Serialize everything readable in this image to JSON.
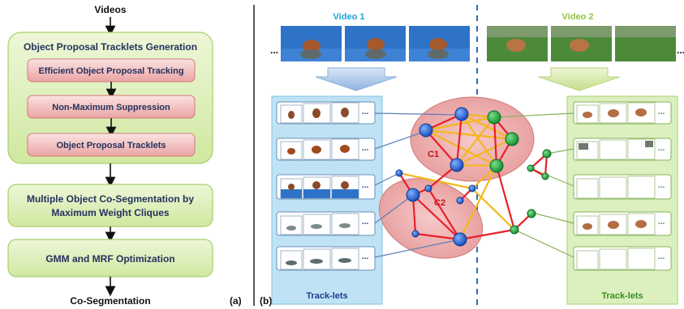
{
  "panel_a": {
    "input_label": "Videos",
    "group_title": "Object Proposal Tracklets Generation",
    "steps": [
      "Efficient Object Proposal Tracking",
      "Non-Maximum Suppression",
      "Object Proposal Tracklets"
    ],
    "cosegmentation_line1": "Multiple Object Co-Segmentation by",
    "cosegmentation_line2": "Maximum Weight Cliques",
    "optimization": "GMM and MRF Optimization",
    "output_label": "Co-Segmentation",
    "panel_label": "(a)"
  },
  "panel_b": {
    "panel_label": "(b)",
    "video1_title": "Video 1",
    "video2_title": "Video 2",
    "ellipsis": "...",
    "clique1": "C1",
    "clique2": "C2",
    "tracklets_left": "Track-lets",
    "tracklets_right": "Track-lets"
  },
  "colors": {
    "video1": "#1fa3d8",
    "video2": "#8cc63f",
    "red_edge": "#e8202a",
    "gold_edge": "#f2b81d",
    "blue_node": "#1e5fc8",
    "green_node": "#18a83a"
  }
}
